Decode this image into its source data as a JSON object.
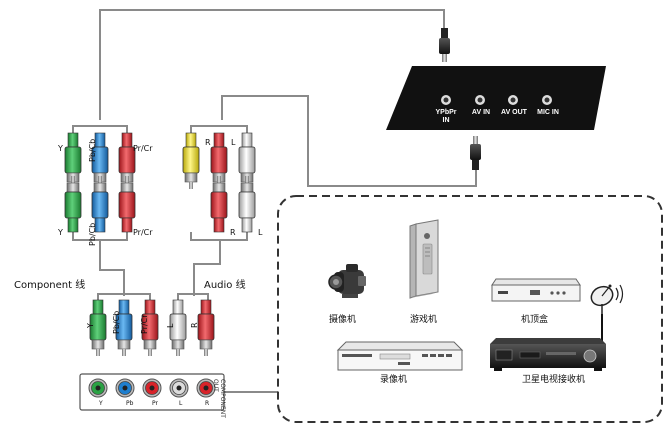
{
  "tv_panel": {
    "ports": [
      {
        "label": "YPbPr\nIN"
      },
      {
        "label": "AV IN"
      },
      {
        "label": "AV OUT"
      },
      {
        "label": "MIC IN"
      }
    ]
  },
  "component_top": {
    "labels": [
      "Y",
      "Pb/Cb",
      "Pr/Cr"
    ]
  },
  "component_mid": {
    "labels": [
      "Y",
      "Pb/Cb",
      "Pr/Cr"
    ]
  },
  "audio_top": {
    "labels": [
      "R",
      "L"
    ]
  },
  "audio_mid": {
    "labels": [
      "R",
      "L"
    ]
  },
  "cables": {
    "component_label": "Component 线",
    "audio_label": "Audio 线"
  },
  "bottom_plugs": {
    "labels": [
      "Y",
      "Pb/Cb",
      "Pr/Cr",
      "L",
      "R"
    ]
  },
  "jack_box": {
    "side_label": "COMPONENT\nOUT",
    "jack_labels": [
      "Y",
      "Pb",
      "Pr",
      "L",
      "R"
    ]
  },
  "devices": {
    "camcorder": "摄像机",
    "console": "游戏机",
    "settop": "机顶盒",
    "recorder": "录像机",
    "satellite": "卫星电视接收机"
  },
  "colors": {
    "green": "#2aa244",
    "blue": "#1f7fcf",
    "red": "#d8232a",
    "yellow": "#f0e61a",
    "white": "#ffffff",
    "panel": "#111111"
  }
}
